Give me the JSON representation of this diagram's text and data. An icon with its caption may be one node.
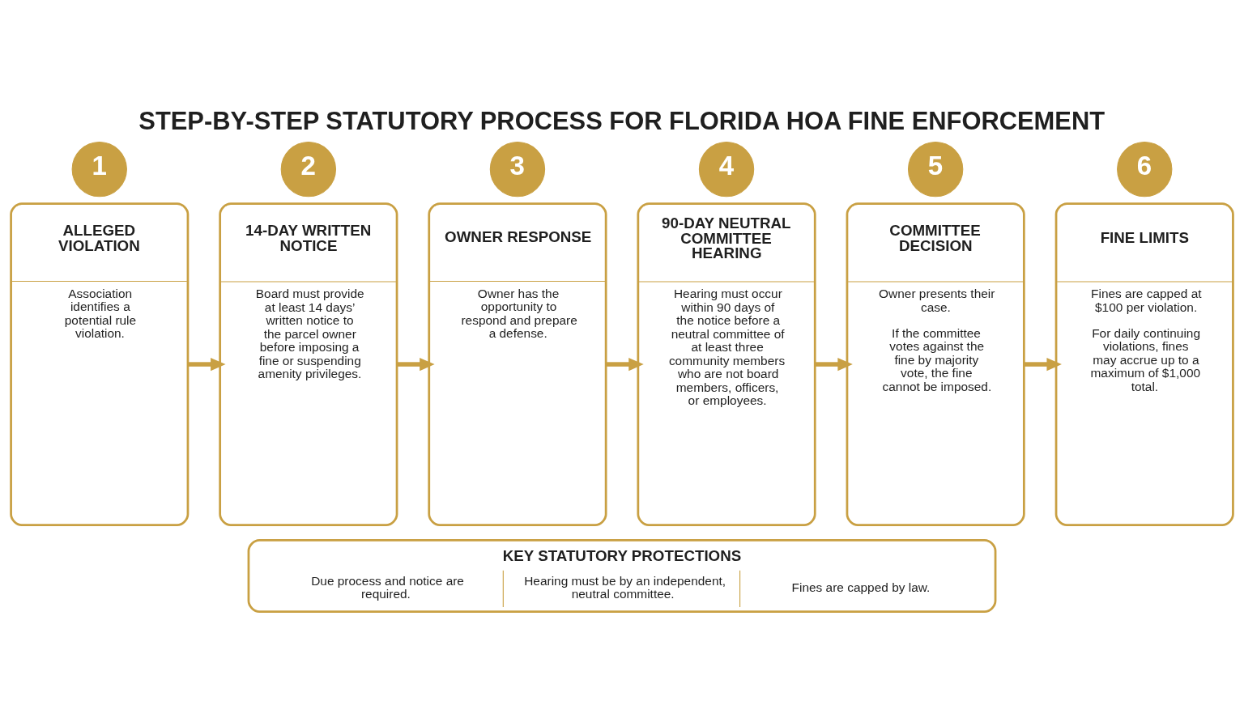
{
  "diagram": {
    "title": "STEP-BY-STEP STATUTORY PROCESS FOR FLORIDA HOA FINE ENFORCEMENT",
    "nodes": [
      {
        "text": [
          "1"
        ]
      },
      {
        "text": [
          "ALLEGED VIOLATION",
          "Association identifies a potential rule violation."
        ]
      },
      {
        "text": [
          "2"
        ]
      },
      {
        "text": [
          "14-DAY WRITTEN NOTICE",
          "Board must provide at least 14 days’ written notice to the parcel owner before imposing a fine or suspending amenity privileges."
        ]
      },
      {
        "text": [
          "3"
        ]
      },
      {
        "text": [
          "OWNER RESPONSE",
          "Owner has the opportunity to respond and prepare a defense."
        ]
      },
      {
        "text": [
          "4"
        ]
      },
      {
        "text": [
          "90-DAY NEUTRAL COMMITTEE HEARING",
          "Hearing must occur within 90 days of the notice before a neutral committee of at least three community members who are not board members, officers, or employees."
        ]
      },
      {
        "text": [
          "5"
        ]
      },
      {
        "text": [
          "COMMITTEE DECISION",
          "Owner presents their case.",
          "If the committee votes against the fine by majority vote, the fine cannot be imposed."
        ]
      },
      {
        "text": [
          "6"
        ]
      },
      {
        "text": [
          "FINE LIMITS",
          "Fines are capped at $100 per violation.",
          "For daily continuing violations, fines may accrue up to a maximum of $1,000 total."
        ]
      },
      {
        "text": [
          "KEY STATUTORY PROTECTIONS",
          "Due process and notice are required.",
          "Hearing must be by an independent, neutral committee.",
          "Fines are capped by law."
        ]
      }
    ],
    "edges": [
      {
        "from": 1,
        "to": 3,
        "arrow": "to"
      },
      {
        "from": 3,
        "to": 5,
        "arrow": "to"
      },
      {
        "from": 5,
        "to": 7,
        "arrow": "to"
      },
      {
        "from": 7,
        "to": 9,
        "arrow": "to"
      },
      {
        "from": 9,
        "to": 11,
        "arrow": "to"
      }
    ]
  }
}
